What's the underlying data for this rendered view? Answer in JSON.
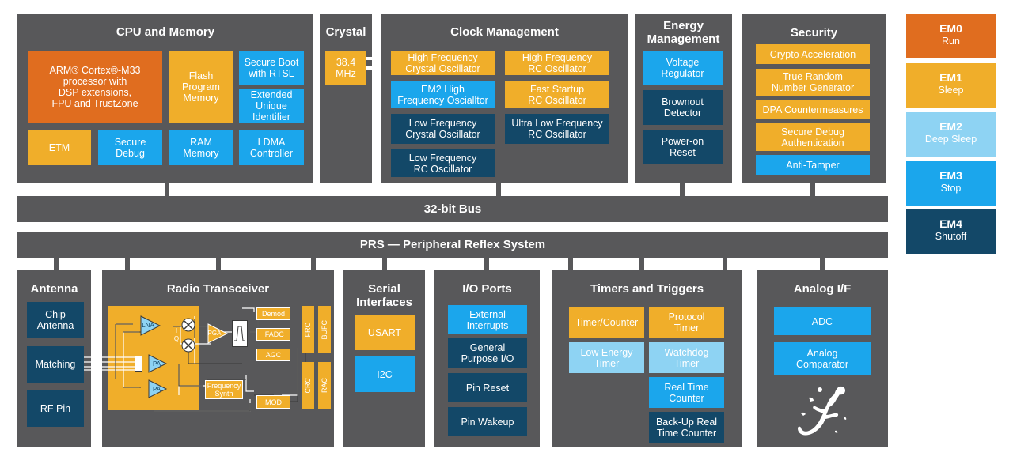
{
  "cpu": {
    "title": "CPU and Memory",
    "arm": "ARM® Cortex®-M33\nprocessor with\nDSP extensions,\nFPU and TrustZone",
    "flash": "Flash\nProgram\nMemory",
    "secure_boot": "Secure Boot\nwith RTSL",
    "extended_id": "Extended\nUnique\nIdentifier",
    "etm": "ETM",
    "secure_debug": "Secure\nDebug",
    "ram": "RAM\nMemory",
    "ldma": "LDMA\nController"
  },
  "crystal": {
    "title": "Crystal",
    "freq": "38.4\nMHz"
  },
  "clock": {
    "title": "Clock Management",
    "hfxo": "High Frequency\nCrystal Oscillator",
    "hfrco": "High Frequency\nRC Oscillator",
    "em2hf": "EM2 High\nFrequency Oscialltor",
    "fsrco": "Fast Startup\nRC Oscillator",
    "lfxo": "Low Frequency\nCrystal Oscillator",
    "ulfrco": "Ultra Low Frequency\nRC Oscillator",
    "lfrco": "Low Frequency\nRC Oscillator"
  },
  "energy": {
    "title": "Energy\nManagement",
    "vreg": "Voltage\nRegulator",
    "bod": "Brownout\nDetector",
    "por": "Power-on\nReset"
  },
  "security": {
    "title": "Security",
    "crypto": "Crypto Acceleration",
    "trng": "True Random\nNumber Generator",
    "dpa": "DPA Countermeasures",
    "sdebug": "Secure Debug\nAuthentication",
    "tamper": "Anti-Tamper"
  },
  "bus": "32-bit Bus",
  "prs": "PRS — Peripheral Reflex System",
  "antenna": {
    "title": "Antenna",
    "chip": "Chip\nAntenna",
    "matching": "Matching",
    "rfpin": "RF Pin"
  },
  "radio": {
    "title": "Radio Transceiver",
    "lna": "LNA",
    "pga": "PGA",
    "pa1": "PA",
    "pa2": "PA",
    "i": "I",
    "q": "Q",
    "demod": "Demod",
    "ifadc": "IFADC",
    "agc": "AGC",
    "synth": "Frequency\nSynth",
    "mod": "MOD",
    "frc": "FRC",
    "bufc": "BUFC",
    "crc": "CRC",
    "rac": "RAC"
  },
  "serial": {
    "title": "Serial\nInterfaces",
    "usart": "USART",
    "i2c": "I2C"
  },
  "io": {
    "title": "I/O Ports",
    "ext_int": "External\nInterrupts",
    "gpio": "General\nPurpose I/O",
    "pin_reset": "Pin Reset",
    "pin_wakeup": "Pin Wakeup"
  },
  "timers": {
    "title": "Timers and Triggers",
    "timer": "Timer/Counter",
    "protocol": "Protocol\nTimer",
    "letimer": "Low Energy\nTimer",
    "wdog": "Watchdog\nTimer",
    "rtc": "Real Time\nCounter",
    "burtc": "Back-Up Real\nTime Counter"
  },
  "analog": {
    "title": "Analog I/F",
    "adc": "ADC",
    "acmp": "Analog\nComparator"
  },
  "legend": [
    {
      "mode": "EM0",
      "name": "Run",
      "color": "#e06d1f"
    },
    {
      "mode": "EM1",
      "name": "Sleep",
      "color": "#f0ae2a"
    },
    {
      "mode": "EM2",
      "name": "Deep Sleep",
      "color": "#8ed3f3"
    },
    {
      "mode": "EM3",
      "name": "Stop",
      "color": "#1ba6ec"
    },
    {
      "mode": "EM4",
      "name": "Shutoff",
      "color": "#134868"
    }
  ]
}
